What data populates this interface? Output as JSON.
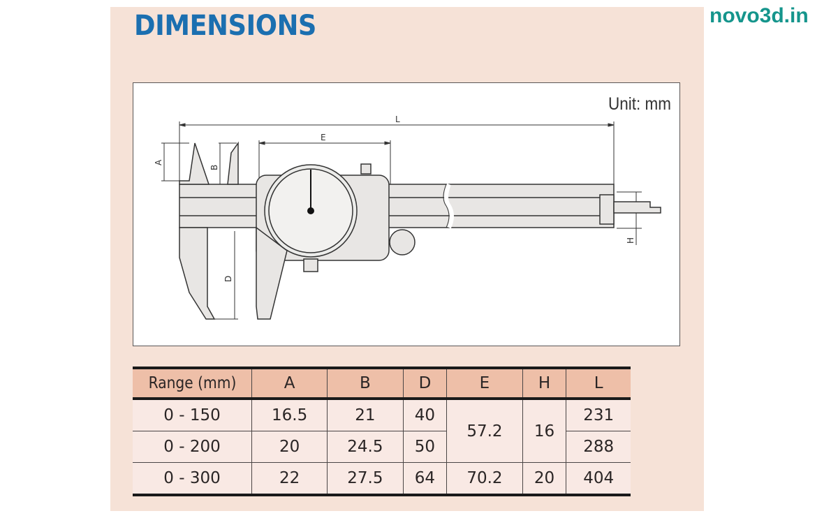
{
  "header": {
    "title": "DIMENSIONS",
    "brand": "novo3d.in"
  },
  "diagram": {
    "unit_label": "Unit: mm",
    "dimension_labels": {
      "L": "L",
      "E": "E",
      "A": "A",
      "B": "B",
      "D": "D",
      "H": "H"
    }
  },
  "table": {
    "columns": [
      "Range (mm)",
      "A",
      "B",
      "D",
      "E",
      "H",
      "L"
    ],
    "rows": [
      {
        "range": "0 - 150",
        "A": "16.5",
        "B": "21",
        "D": "40",
        "E": "57.2",
        "H": "16",
        "L": "231"
      },
      {
        "range": "0 - 200",
        "A": "20",
        "B": "24.5",
        "D": "50",
        "E": "57.2",
        "H": "16",
        "L": "288"
      },
      {
        "range": "0 - 300",
        "A": "22",
        "B": "27.5",
        "D": "64",
        "E": "70.2",
        "H": "20",
        "L": "404"
      }
    ],
    "merged_cells": {
      "E_rows_0_1": "57.2",
      "H_rows_0_1": "16"
    }
  },
  "colors": {
    "panel_bg": "#f6e2d7",
    "title": "#1b6fb0",
    "brand": "#15958c",
    "table_header_bg": "#eebfa8",
    "table_body_bg": "#f9e9e4"
  }
}
